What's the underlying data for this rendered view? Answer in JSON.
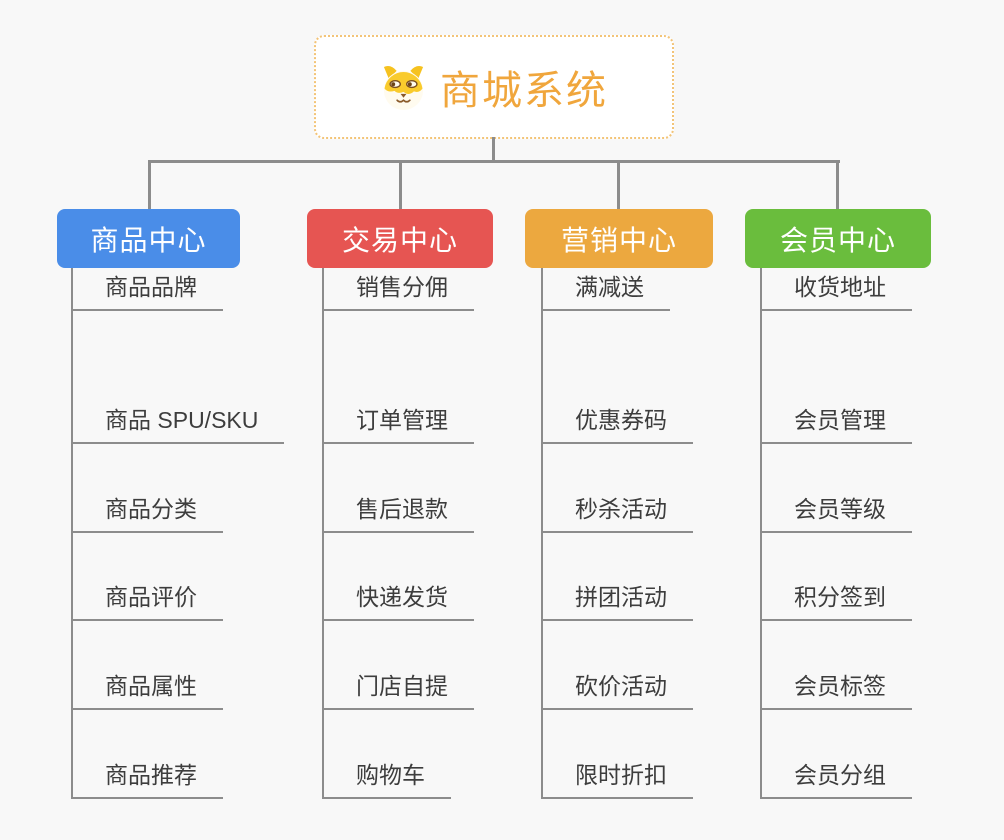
{
  "page": {
    "background_color": "#f8f8f8",
    "connector_color": "#8c8c8c"
  },
  "root": {
    "label": "商城系统",
    "icon": "dog-face-icon",
    "text_color": "#f0a63c",
    "border_color": "#f3c478"
  },
  "branches": [
    {
      "label": "商品中心",
      "color": "#4a8de8",
      "children": [
        "商品 SPU/SKU",
        "商品分类",
        "商品评价",
        "商品属性",
        "商品推荐",
        "商品品牌"
      ]
    },
    {
      "label": "交易中心",
      "color": "#e65552",
      "children": [
        "订单管理",
        "售后退款",
        "快递发货",
        "门店自提",
        "购物车",
        "销售分佣"
      ]
    },
    {
      "label": "营销中心",
      "color": "#eca83f",
      "children": [
        "优惠券码",
        "秒杀活动",
        "拼团活动",
        "砍价活动",
        "限时折扣",
        "满减送"
      ]
    },
    {
      "label": "会员中心",
      "color": "#6abd3d",
      "children": [
        "会员管理",
        "会员等级",
        "积分签到",
        "会员标签",
        "会员分组",
        "收货地址"
      ]
    }
  ]
}
